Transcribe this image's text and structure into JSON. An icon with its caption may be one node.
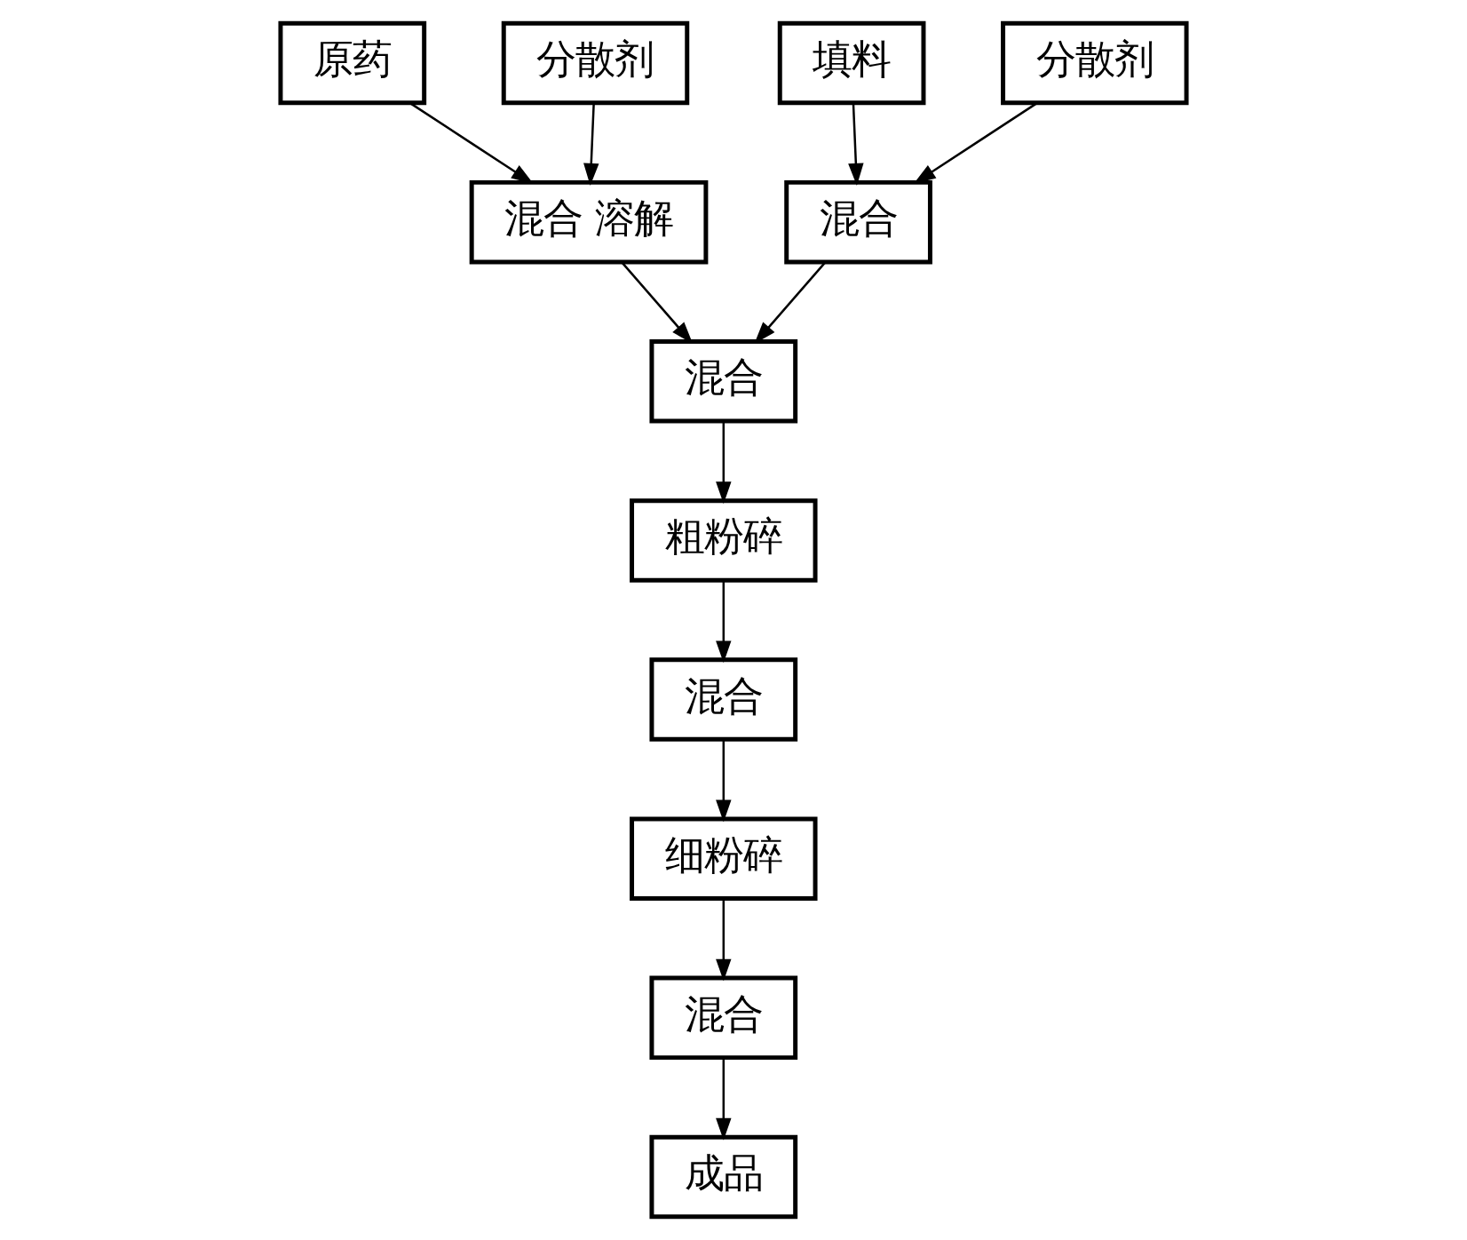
{
  "diagram": {
    "nodes": [
      {
        "text": [
          "原药"
        ]
      },
      {
        "text": [
          "分散剂"
        ]
      },
      {
        "text": [
          "填料"
        ]
      },
      {
        "text": [
          "分散剂"
        ]
      },
      {
        "text": [
          "混合 溶解"
        ]
      },
      {
        "text": [
          "混合"
        ]
      },
      {
        "text": [
          "混合"
        ]
      },
      {
        "text": [
          "粗粉碎"
        ]
      },
      {
        "text": [
          "混合"
        ]
      },
      {
        "text": [
          "细粉碎"
        ]
      },
      {
        "text": [
          "混合"
        ]
      },
      {
        "text": [
          "成品"
        ]
      }
    ],
    "edges": [
      {
        "from": 0,
        "to": 4,
        "arrow": "to"
      },
      {
        "from": 1,
        "to": 4,
        "arrow": "to"
      },
      {
        "from": 2,
        "to": 5,
        "arrow": "to"
      },
      {
        "from": 3,
        "to": 5,
        "arrow": "to"
      },
      {
        "from": 4,
        "to": 6,
        "arrow": "to"
      },
      {
        "from": 5,
        "to": 6,
        "arrow": "to"
      },
      {
        "from": 6,
        "to": 7,
        "arrow": "to"
      },
      {
        "from": 7,
        "to": 8,
        "arrow": "to"
      },
      {
        "from": 8,
        "to": 9,
        "arrow": "to"
      },
      {
        "from": 9,
        "to": 10,
        "arrow": "to"
      },
      {
        "from": 10,
        "to": 11,
        "arrow": "to"
      }
    ]
  }
}
